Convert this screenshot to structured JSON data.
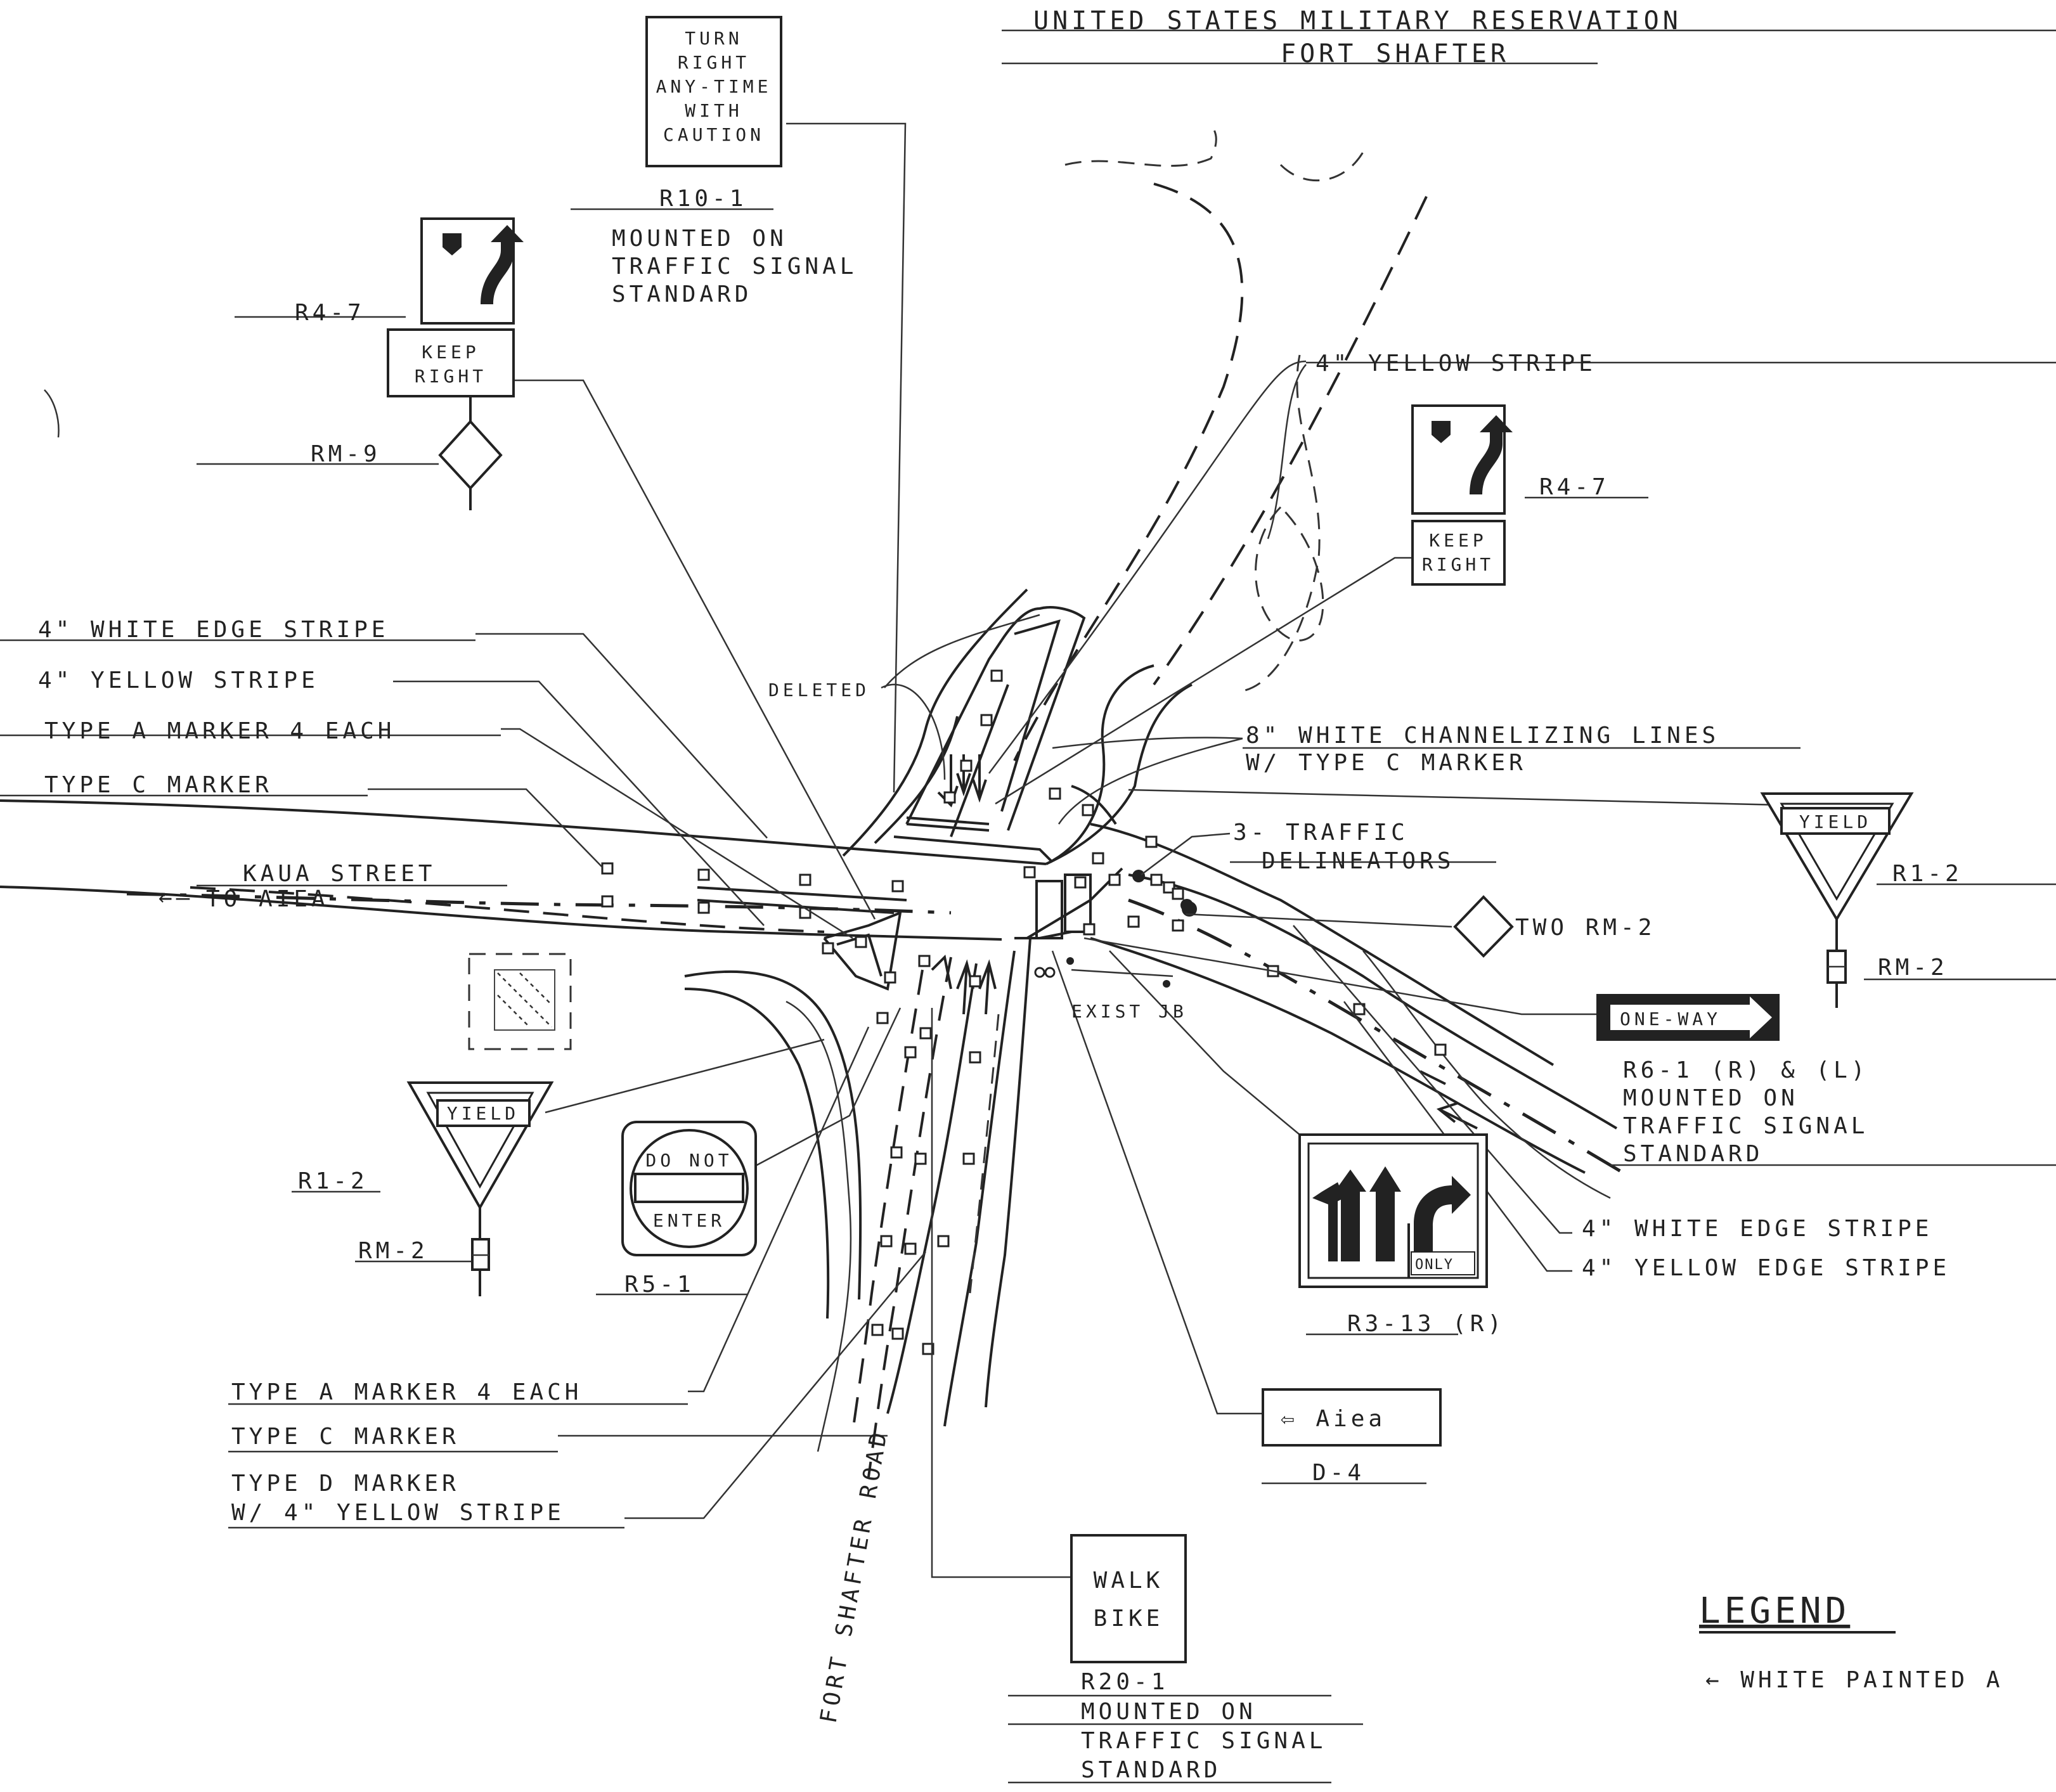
{
  "header": {
    "line1": "UNITED STATES MILITARY RESERVATION",
    "line2": "FORT SHAFTER"
  },
  "streets": {
    "kaua": "KAUA STREET",
    "to_aiea": "TO AIEA",
    "fort_shafter": "FORT SHAFTER ROAD"
  },
  "signs": {
    "r10_1": {
      "face": [
        "TURN",
        "RIGHT",
        "ANY-TIME",
        "WITH",
        "CAUTION"
      ],
      "code": "R10-1",
      "note": [
        "MOUNTED ON",
        "TRAFFIC SIGNAL",
        "STANDARD"
      ]
    },
    "r4_7_left": {
      "code": "R4-7",
      "plaque": [
        "KEEP",
        "RIGHT"
      ],
      "marker_code": "RM-9"
    },
    "r4_7_right": {
      "code": "R4-7",
      "plaque": [
        "KEEP",
        "RIGHT"
      ]
    },
    "yield_right": {
      "face": "YIELD",
      "code": "R1-2",
      "marker_code": "RM-2"
    },
    "yield_left": {
      "face": "YIELD",
      "code": "R1-2",
      "marker_code": "RM-2"
    },
    "two_rm2": "TWO RM-2",
    "one_way": {
      "face": "ONE-WAY",
      "code": "R6-1 (R) & (L)",
      "note": [
        "MOUNTED ON",
        "TRAFFIC SIGNAL",
        "STANDARD"
      ]
    },
    "do_not_enter": {
      "face": [
        "DO NOT",
        "ENTER"
      ],
      "code": "R5-1"
    },
    "r3_13": {
      "face": "ONLY",
      "code": "R3-13 (R)"
    },
    "aiea_guide": {
      "face": "⇦ Aiea",
      "code": "D-4"
    },
    "walk_bike": {
      "face": [
        "WALK",
        "BIKE"
      ],
      "code": "R20-1",
      "note": [
        "MOUNTED ON",
        "TRAFFIC SIGNAL",
        "STANDARD"
      ]
    }
  },
  "callouts": {
    "yellow_stripe_top": "4\" YELLOW STRIPE",
    "white_edge_left": "4\" WHITE EDGE STRIPE",
    "yellow_stripe_left": "4\" YELLOW STRIPE",
    "type_a_left": "TYPE A MARKER 4 EACH",
    "type_c_left": "TYPE C MARKER",
    "deleted": "DELETED",
    "channelizing": [
      "8\" WHITE CHANNELIZING LINES",
      "W/ TYPE C MARKER"
    ],
    "delineators": [
      "3- TRAFFIC",
      "DELINEATORS"
    ],
    "exist_jb": "EXIST JB",
    "white_edge_right": "4\" WHITE EDGE STRIPE",
    "yellow_edge_right": "4\" YELLOW EDGE STRIPE",
    "type_a_bottom": "TYPE A MARKER 4 EACH",
    "type_c_bottom": "TYPE C MARKER",
    "type_d_bottom": [
      "TYPE D MARKER",
      "W/ 4\" YELLOW STRIPE"
    ]
  },
  "legend": {
    "title": "LEGEND",
    "item": "← WHITE PAINTED A"
  }
}
